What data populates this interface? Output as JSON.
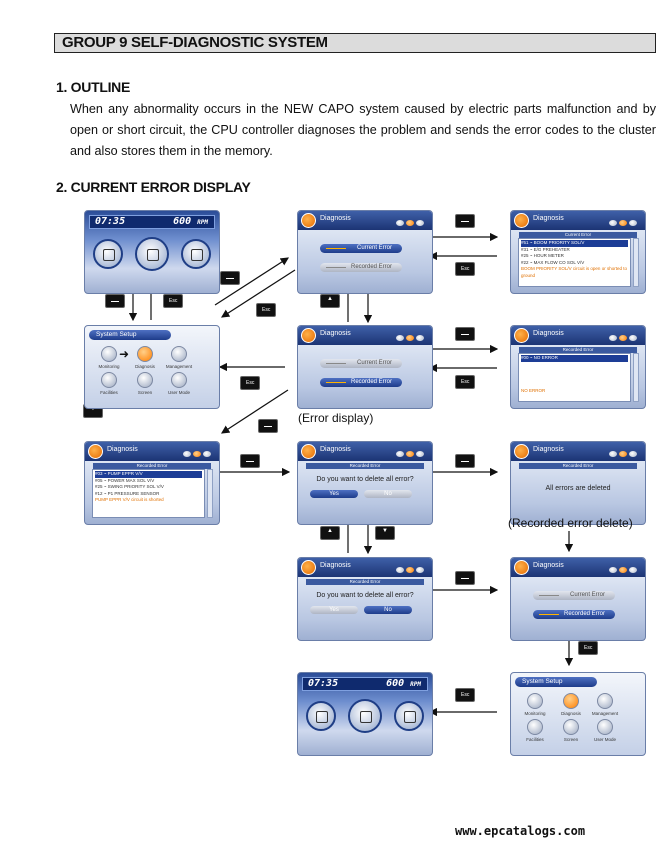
{
  "title": "GROUP  9  SELF-DIAGNOSTIC SYSTEM",
  "sections": {
    "outline_heading": "1. OUTLINE",
    "outline_text": "When any abnormality occurs in the NEW CAPO system caused by electric parts malfunction and by open or short circuit, the CPU controller diagnoses the problem and sends the error codes to the cluster and also stores them in the memory.",
    "display_heading": "2. CURRENT ERROR DISPLAY"
  },
  "captions": {
    "error_display": "(Error display)",
    "recorded_delete": "(Recorded error delete)"
  },
  "home_screen": {
    "time": "07:35",
    "rpm": "600",
    "rpm_unit": "RPM"
  },
  "diagnosis": {
    "title": "Diagnosis",
    "current_error": "Current Error",
    "recorded_error": "Recorded Error"
  },
  "current_error_list": {
    "header": "Current Error",
    "items": [
      "#51 ~ BOOM PRIORITY SOL/V",
      "#31 ~ E/G PREHEATER",
      "#25 ~ HOUR METER",
      "#22 ~ MAX FLOW CO SOL V/V"
    ],
    "note": "BOOM PRIORITY SOL/V circuit is open or shorted to ground"
  },
  "recorded_error_list": {
    "header": "Recorded Error",
    "items": [
      "#03 ~ PUMP EPPR V/V",
      "#05 ~ POWER MAX SOL V/V",
      "#25 ~ SWING PRIORITY SOL V/V",
      "#12 ~ P1 PRESSURE SENSOR"
    ],
    "note": "PUMP EPPR V/V circuit is shorted"
  },
  "no_error": {
    "item": "#00 ~ NO ERROR",
    "note": "NO ERROR"
  },
  "delete_dialog": {
    "header": "Recorded Error",
    "question": "Do you want to delete all error?",
    "yes": "Yes",
    "no": "No"
  },
  "deleted_message": "All errors are deleted",
  "system_setup": {
    "title": "System Setup",
    "items": [
      "Monitoring",
      "Diagnosis",
      "Management",
      "Facilities",
      "Screen",
      "User Mode"
    ]
  },
  "footer": "www.epcatalogs.com"
}
